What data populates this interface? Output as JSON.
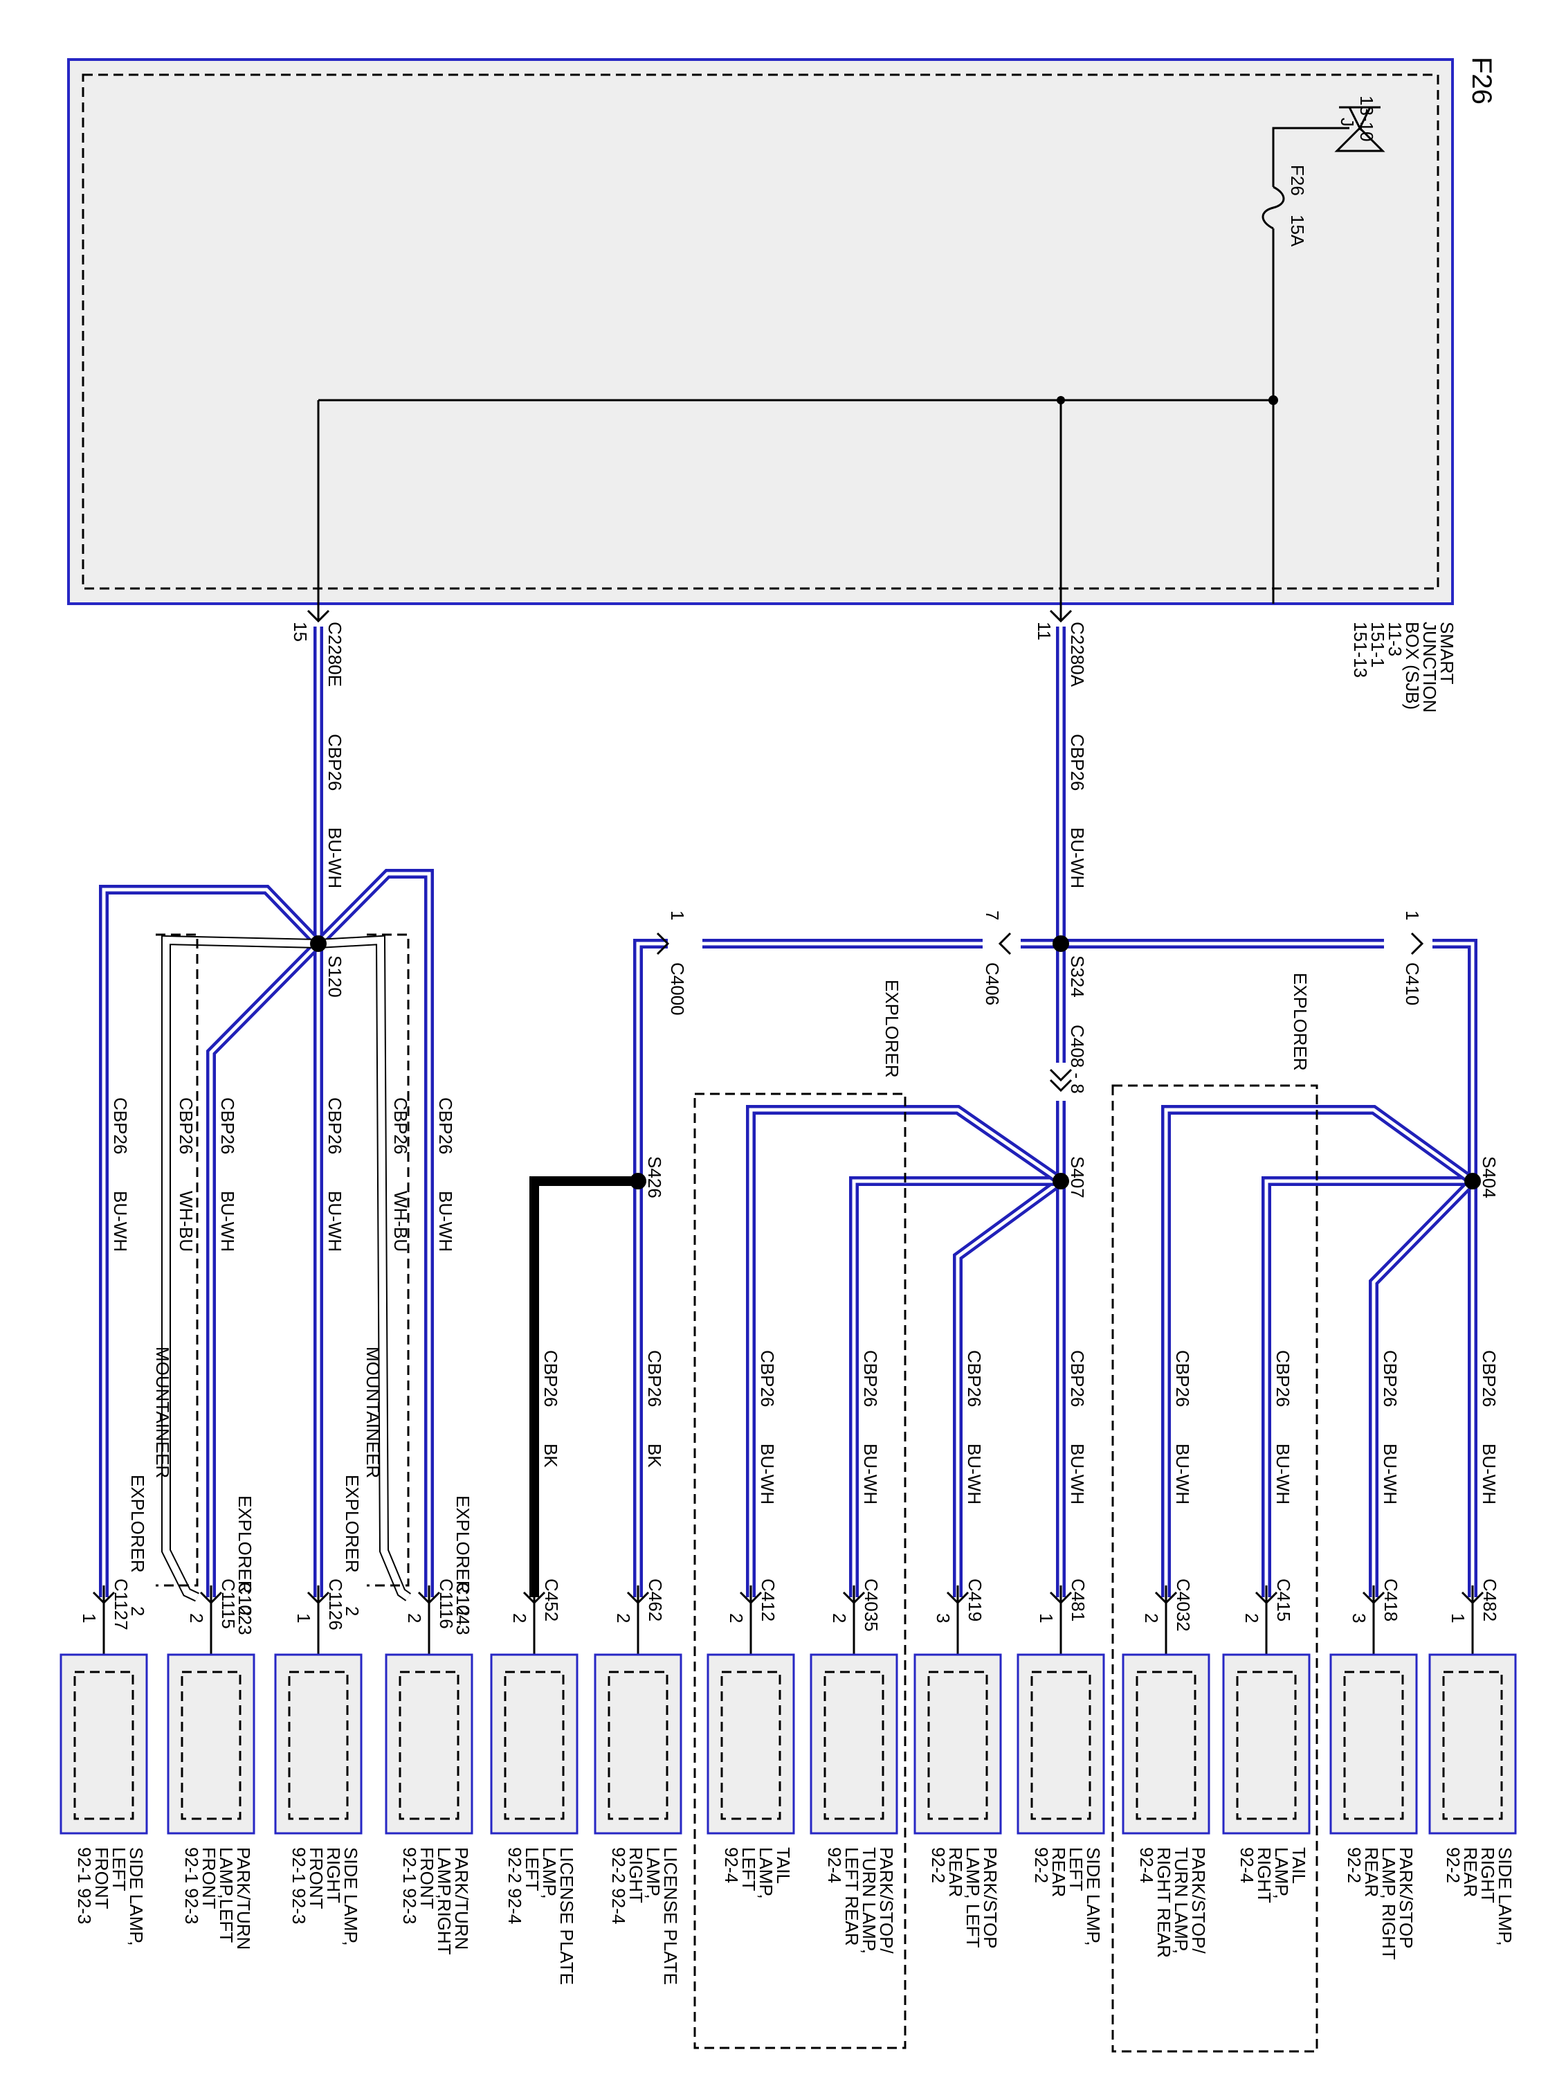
{
  "page_id": "F26",
  "sjb": {
    "name_lines": [
      "SMART",
      "JUNCTION",
      "BOX (SJB)",
      "11-3",
      "151-1",
      "151-13"
    ],
    "ground_ref": "13-10",
    "ground_letter": "J",
    "fuse_label": "F26",
    "fuse_rating": "15A"
  },
  "sjb_pins": [
    {
      "connector": "C2280A",
      "pin": "11"
    },
    {
      "connector": "C2280E",
      "pin": "15"
    }
  ],
  "splices": {
    "s324": "S324",
    "s120": "S120",
    "s404": "S404",
    "s407": "S407",
    "s426": "S426"
  },
  "inline_connectors": {
    "c410": {
      "name": "C410",
      "pin": "1"
    },
    "c406": {
      "name": "C406",
      "pin": "7"
    },
    "c4000": {
      "name": "C4000",
      "pin": "1"
    },
    "c408": {
      "name": "C408 - 8"
    }
  },
  "wire": {
    "circuit": "CBP26",
    "color_bu_wh": "BU-WH",
    "color_wh_bu": "WH-BU",
    "color_bk": "BK"
  },
  "option_labels": {
    "explorer": "EXPLORER",
    "mountaineer": "MOUNTAINEER"
  },
  "components": [
    {
      "connector": "C482",
      "pin": "1",
      "name_lines": [
        "SIDE LAMP,",
        "RIGHT",
        "REAR",
        "92-2"
      ]
    },
    {
      "connector": "C418",
      "pin": "3",
      "name_lines": [
        "PARK/STOP",
        "LAMP, RIGHT",
        "REAR",
        "92-2"
      ]
    },
    {
      "connector": "C415",
      "pin": "2",
      "name_lines": [
        "TAIL",
        "LAMP,",
        "RIGHT",
        "92-4"
      ]
    },
    {
      "connector": "C4032",
      "pin": "2",
      "name_lines": [
        "PARK/STOP/",
        "TURN LAMP,",
        "RIGHT REAR",
        "92-4"
      ]
    },
    {
      "connector": "C481",
      "pin": "1",
      "name_lines": [
        "SIDE LAMP,",
        "LEFT",
        "REAR",
        "92-2"
      ]
    },
    {
      "connector": "C419",
      "pin": "3",
      "name_lines": [
        "PARK/STOP",
        "LAMP, LEFT",
        "REAR",
        "92-2"
      ]
    },
    {
      "connector": "C4035",
      "pin": "2",
      "name_lines": [
        "PARK/STOP/",
        "TURN LAMP,",
        "LEFT REAR",
        "92-4"
      ]
    },
    {
      "connector": "C412",
      "pin": "2",
      "name_lines": [
        "TAIL",
        "LAMP,",
        "LEFT",
        "92-4"
      ]
    },
    {
      "connector": "C462",
      "pin": "2",
      "name_lines": [
        "LICENSE PLATE",
        "LAMP,",
        "RIGHT",
        "92-2    92-4"
      ]
    },
    {
      "connector": "C452",
      "pin": "2",
      "name_lines": [
        "LICENSE PLATE",
        "LAMP,",
        "LEFT",
        "92-2    92-4"
      ]
    },
    {
      "connector": "C1116",
      "pin": "2",
      "alt_connector": "C1043",
      "alt_pin": "2",
      "name_lines": [
        "PARK/TURN",
        "LAMP,RIGHT",
        "FRONT",
        "92-1    92-3"
      ]
    },
    {
      "connector": "C1126",
      "pin": "1",
      "alt_pin": "2",
      "name_lines": [
        "SIDE LAMP,",
        "RIGHT",
        "FRONT",
        "92-1    92-3"
      ]
    },
    {
      "connector": "C1115",
      "pin": "2",
      "alt_connector": "C1023",
      "alt_pin": "2",
      "name_lines": [
        "PARK/TURN",
        "LAMP,LEFT",
        "FRONT",
        "92-1    92-3"
      ]
    },
    {
      "connector": "C1127",
      "pin": "1",
      "alt_pin": "2",
      "name_lines": [
        "SIDE LAMP,",
        "LEFT",
        "FRONT",
        "92-1    92-3"
      ]
    }
  ]
}
